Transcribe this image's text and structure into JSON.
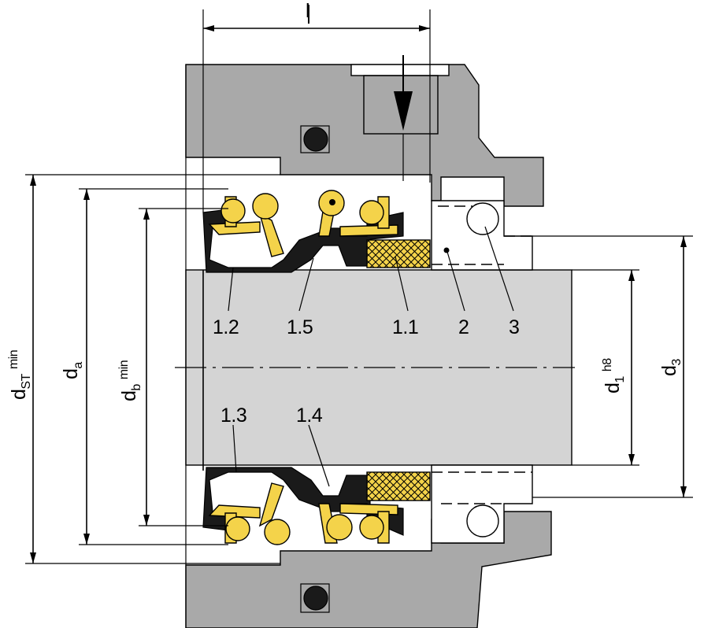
{
  "dimensions": {
    "l": "l",
    "d_st": "d",
    "d_st_sub": "ST",
    "d_st_sup": "min",
    "d_a": "d",
    "d_a_sub": "a",
    "d_b": "d",
    "d_b_sub": "b",
    "d_b_sup": "min",
    "d_1": "d",
    "d_1_sub": "1",
    "d_1_sup": "h8",
    "d_3": "d",
    "d_3_sub": "3"
  },
  "parts": {
    "p12": "1.2",
    "p15": "1.5",
    "p11": "1.1",
    "p2": "2",
    "p3": "3",
    "p13": "1.3",
    "p14": "1.4"
  },
  "colors": {
    "housing": "#a9a9a9",
    "shaft": "#d4d4d4",
    "elastomer": "#1a1a1a",
    "metal_parts": "#f4d34a"
  }
}
